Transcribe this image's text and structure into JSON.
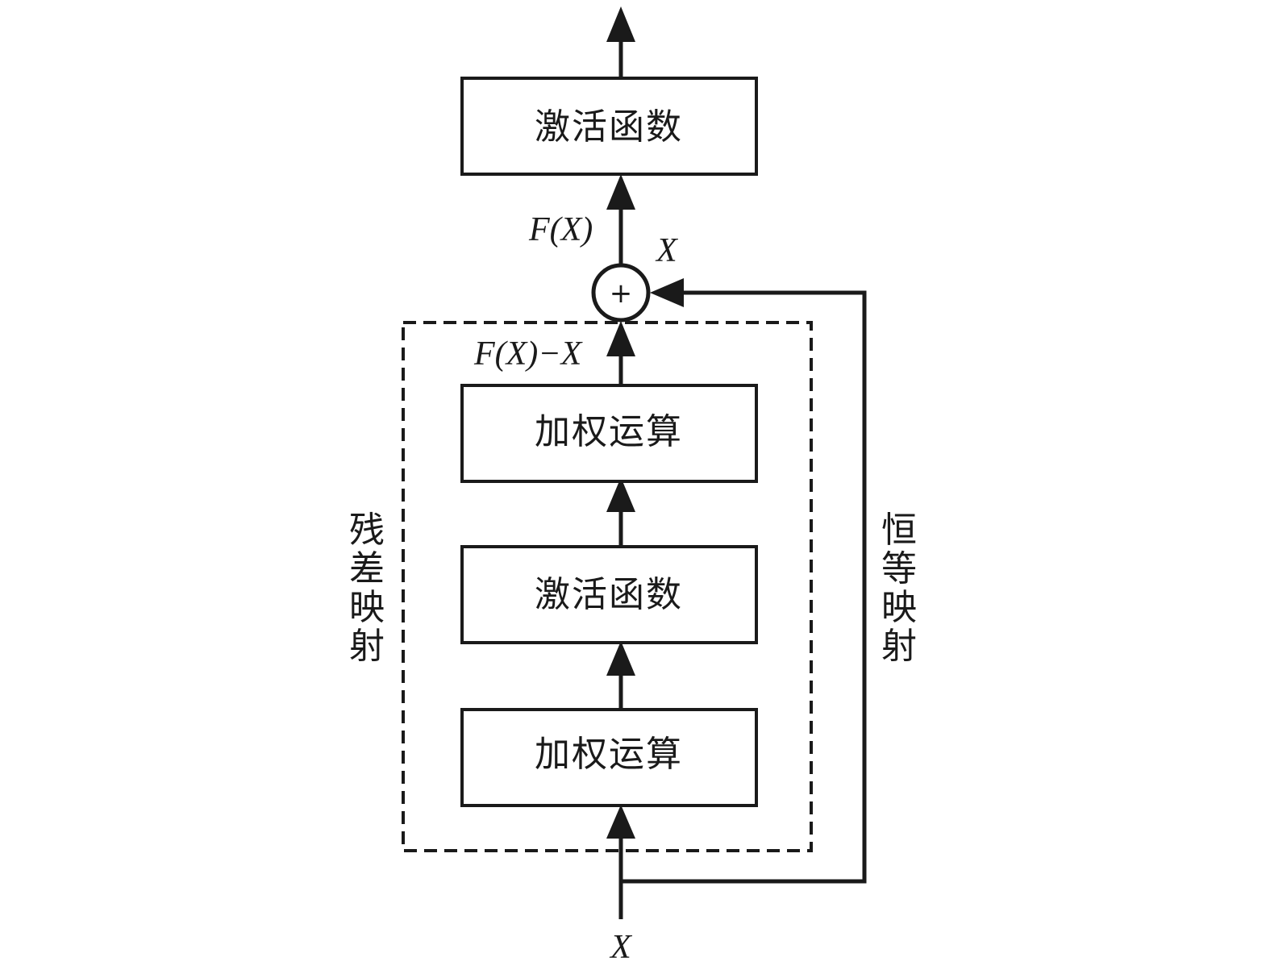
{
  "blocks": {
    "top_activation": "激活函数",
    "upper_weighted": "加权运算",
    "middle_activation": "激活函数",
    "lower_weighted": "加权运算"
  },
  "labels": {
    "input_x": "X",
    "skip_x": "X",
    "sum_output": "F(X)",
    "residual_output": "F(X)−X",
    "sum_symbol": "+"
  },
  "side_labels": {
    "residual_mapping": [
      "残",
      "差",
      "映",
      "射"
    ],
    "identity_mapping": [
      "恒",
      "等",
      "映",
      "射"
    ]
  }
}
